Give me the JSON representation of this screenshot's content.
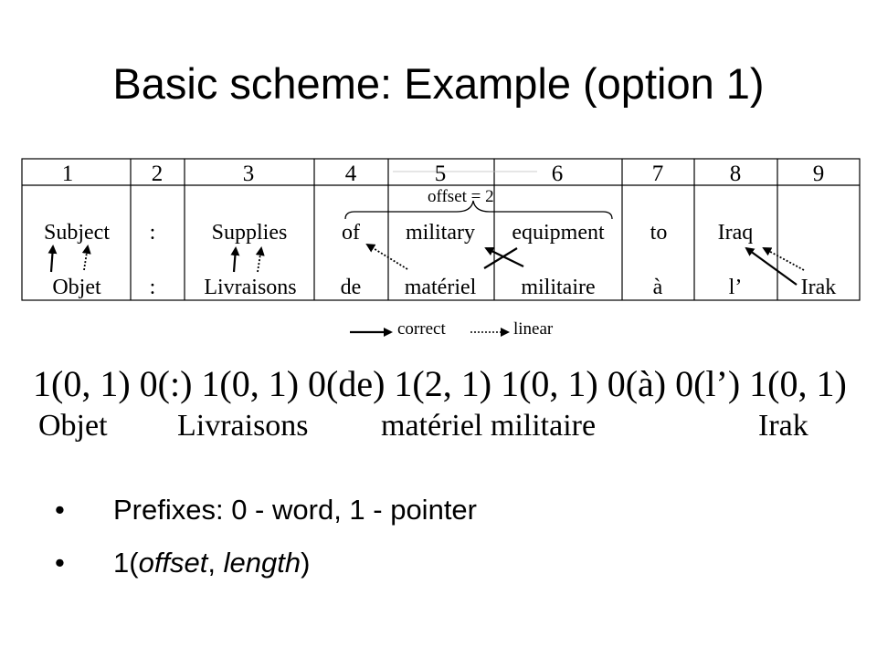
{
  "title": "Basic scheme: Example (option 1)",
  "table": {
    "columns": [
      "1",
      "2",
      "3",
      "4",
      "5",
      "6",
      "7",
      "8",
      "9"
    ],
    "english": [
      "Subject",
      ":",
      "Supplies",
      "of",
      "military",
      "equipment",
      "to",
      "Iraq",
      ""
    ],
    "french": [
      "Objet",
      ":",
      "Livraisons",
      "de",
      "matériel",
      "militaire",
      "à",
      "l’",
      "Irak"
    ],
    "offset_label": "offset = 2"
  },
  "legend": {
    "correct": "correct",
    "linear": "linear"
  },
  "encoding": "1(0, 1) 0(:) 1(0, 1) 0(de) 1(2, 1) 1(0, 1) 0(à) 0(l’) 1(0, 1)",
  "gloss": [
    "Objet",
    "Livraisons",
    "matériel militaire",
    "Irak"
  ],
  "bullets": [
    {
      "text": "Prefixes: 0 - word, 1 - pointer"
    },
    {
      "prefix": "1(",
      "arg1": "offset",
      "sep": ", ",
      "arg2": "length",
      "suffix": ")"
    }
  ],
  "bullet_symbol": "•"
}
